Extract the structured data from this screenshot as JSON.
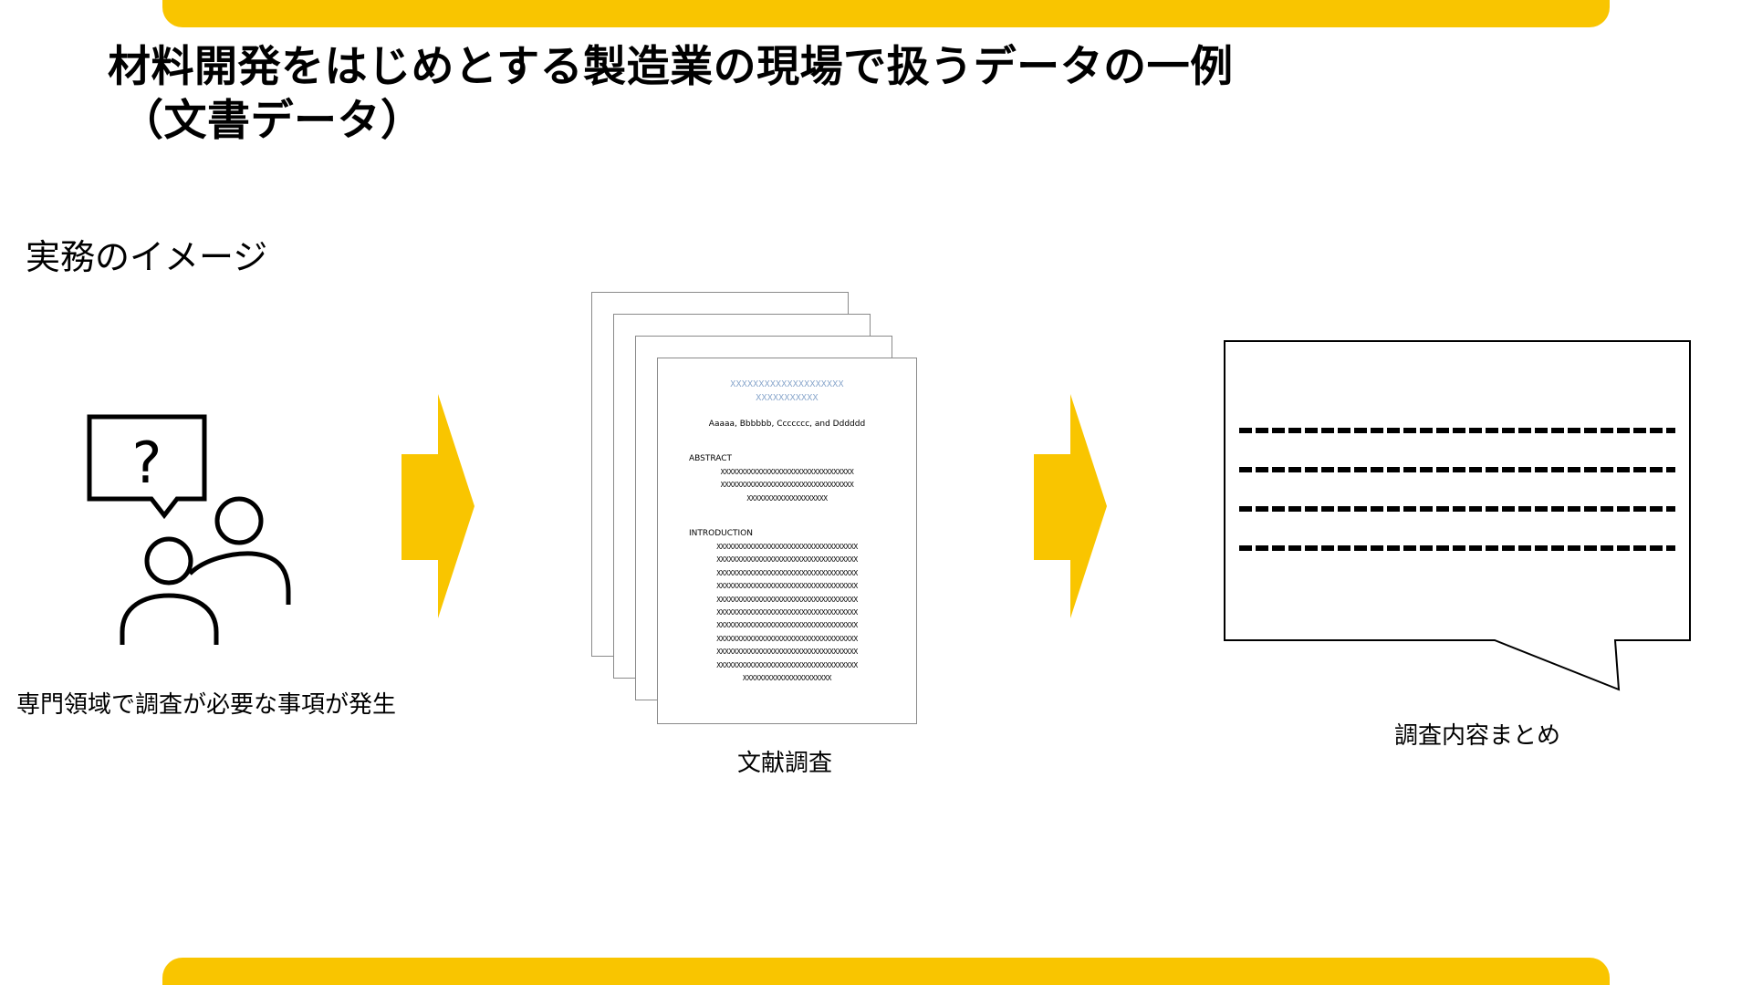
{
  "theme": {
    "accent": "#F9C500",
    "text": "#000000",
    "doc_title_color": "#8AA7CC"
  },
  "header": {
    "title_line1": "材料開発をはじめとする製造業の現場で扱うデータの一例",
    "title_line2": "（文書データ）"
  },
  "section": {
    "label": "実務のイメージ"
  },
  "steps": {
    "need": {
      "icon": "consultation-question-people-icon",
      "bubble_glyph": "?",
      "caption": "専門領域で調査が必要な事項が発生"
    },
    "literature": {
      "icon": "stacked-documents-icon",
      "caption": "文献調査",
      "document": {
        "title_line1": "XXXXXXXXXXXXXXXXXXXX",
        "title_line2": "XXXXXXXXXXX",
        "authors": "Aaaaa, Bbbbbb, Ccccccc, and Dddddd",
        "abstract_heading": "ABSTRACT",
        "abstract_body": "XXXXXXXXXXXXXXXXXXXXXXXXXXXXXXXXX\nXXXXXXXXXXXXXXXXXXXXXXXXXXXXXXXXX\nXXXXXXXXXXXXXXXXXXXX",
        "intro_heading": "INTRODUCTION",
        "intro_body": "XXXXXXXXXXXXXXXXXXXXXXXXXXXXXXXXXXX\nXXXXXXXXXXXXXXXXXXXXXXXXXXXXXXXXXXX\nXXXXXXXXXXXXXXXXXXXXXXXXXXXXXXXXXXX\nXXXXXXXXXXXXXXXXXXXXXXXXXXXXXXXXXXX\nXXXXXXXXXXXXXXXXXXXXXXXXXXXXXXXXXXX\nXXXXXXXXXXXXXXXXXXXXXXXXXXXXXXXXXXX\nXXXXXXXXXXXXXXXXXXXXXXXXXXXXXXXXXXX\nXXXXXXXXXXXXXXXXXXXXXXXXXXXXXXXXXXX\nXXXXXXXXXXXXXXXXXXXXXXXXXXXXXXXXXXX\nXXXXXXXXXXXXXXXXXXXXXXXXXXXXXXXXXXX\nXXXXXXXXXXXXXXXXXXXXXX"
      }
    },
    "summary": {
      "icon": "speech-bubble-summary-icon",
      "caption": "調査内容まとめ"
    }
  },
  "flow_arrows": [
    "arrow-right-icon",
    "arrow-right-icon"
  ]
}
